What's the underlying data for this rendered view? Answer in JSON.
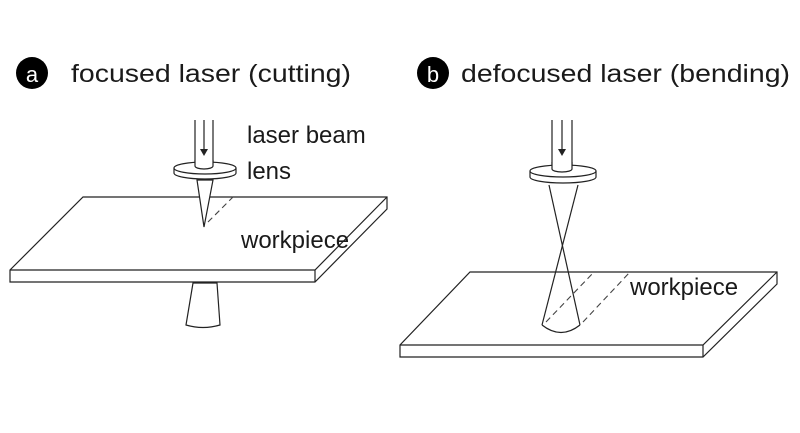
{
  "panels": [
    {
      "badge": "a",
      "title": "focused laser (cutting)",
      "labels": {
        "beam": "laser beam",
        "lens": "lens",
        "workpiece": "workpiece"
      }
    },
    {
      "badge": "b",
      "title": "defocused laser (bending)",
      "labels": {
        "workpiece": "workpiece"
      }
    }
  ]
}
